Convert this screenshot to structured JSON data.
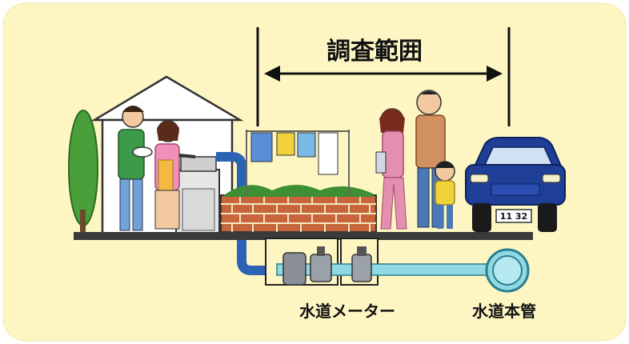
{
  "diagram": {
    "survey_range_label": "調査範囲",
    "water_meter_label": "水道メーター",
    "water_main_label": "水道本管",
    "license_plate": "11 32"
  },
  "colors": {
    "background_panel": "#fdf6c3",
    "pipe_blue": "#2b64b4",
    "main_pipe": "#8fd9e3",
    "car_blue": "#1f3f96",
    "ground": "#3a3a3a",
    "brick": "#c8653a"
  }
}
